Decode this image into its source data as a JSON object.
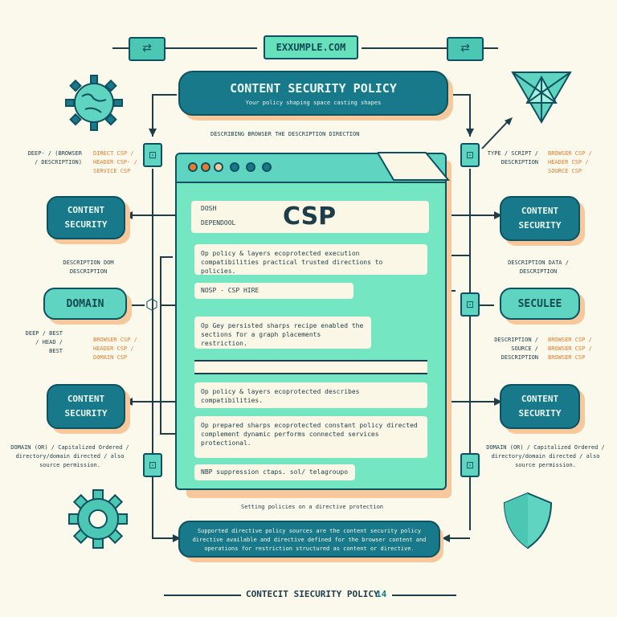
{
  "header": {
    "url_badge": "EXXUMPLE.COM",
    "title": "CONTENT SECURITY POLICY",
    "subtitle": "Your policy shaping space casting shapes",
    "caption": "DESCRIBING BROWSER THE DESCRIPTION DIRECTION"
  },
  "document": {
    "csp_label": "CSP",
    "field_label_1": "DOSH",
    "field_label_2": "DEPENDOOL",
    "rows": [
      {
        "text": "Op policy & layers ecoprotected execution compatibilities practical trusted directions to policies."
      },
      {
        "text": "NOSP - CSP HIRE"
      },
      {
        "text": "Op  Gey persisted sharps recipe enabled the sections for a graph placements restriction."
      },
      {
        "text": ""
      },
      {
        "text": "Op policy & layers ecoprotected describes compatibilities."
      },
      {
        "text": "Op prepared sharps ecoprotected constant policy directed complement dynamic performs connected services protectional."
      },
      {
        "text": "NBP  suppression ctaps. sol/ telagroupo"
      }
    ]
  },
  "left_nodes": {
    "content_top": "CONTENT SECURITY",
    "domain": "DOMAIN",
    "content_bottom": "CONTENT SECURITY"
  },
  "right_nodes": {
    "content_top": "CONTENT SECURITY",
    "secure": "SECULEE",
    "content_bottom": "CONTENT SECURITY"
  },
  "side_notes": {
    "left_1a": "DEEP- / (BROWSER / DESCRIPTION)",
    "left_1b": "DIRECT CSP / HEADER CSP- / SERVICE CSP",
    "left_2": "DESCRIPTION DOM DESCRIPTION",
    "left_3a": "DEEP / BEST / HEAD / BEST",
    "left_3b": "BROWSER CSP / HEADER CSP / DOMAIN CSP",
    "left_4": "DOMAIN (OR) / Capitalized Ordered / directory/domain directed / also source permission.",
    "right_1a": "TYPE / SCRIPT / DESCRIPTION",
    "right_1b": "BROWSER CSP / HEADER CSP / SOURCE CSP",
    "right_2": "DESCRIPTION DATA / DESCRIPTION",
    "right_3a": "DESCRIPTION / SOURCE / DESCRIPTION",
    "right_3b": "BROWSER CSP / BROWSER CSP / BROWSER CSP",
    "right_4": "DOMAIN (OR) / Capitalized Ordered / directory/domain directed / also source permission.",
    "bottom_caption": "Setting policies on a directive protection"
  },
  "footer": {
    "note": "Supported directive policy sources are the content security policy directive available and directive defined for the browser content and operations for restriction structured as content or directive.",
    "title": "CONTECIT SIECURITY POLICY",
    "page": "14"
  },
  "colors": {
    "teal_dark": "#17798a",
    "teal_light": "#66e1bb",
    "orange": "#f7c89b",
    "accent_orange": "#e87c2c",
    "background": "#fbf8ec"
  },
  "icons": {
    "globe": "globe-icon",
    "triangle": "triangle-logo-icon",
    "gear": "gear-icon",
    "shield": "shield-icon",
    "lock": "lock-icon",
    "arrows": "swap-arrows-icon",
    "hexagon": "hexagon-icon"
  }
}
